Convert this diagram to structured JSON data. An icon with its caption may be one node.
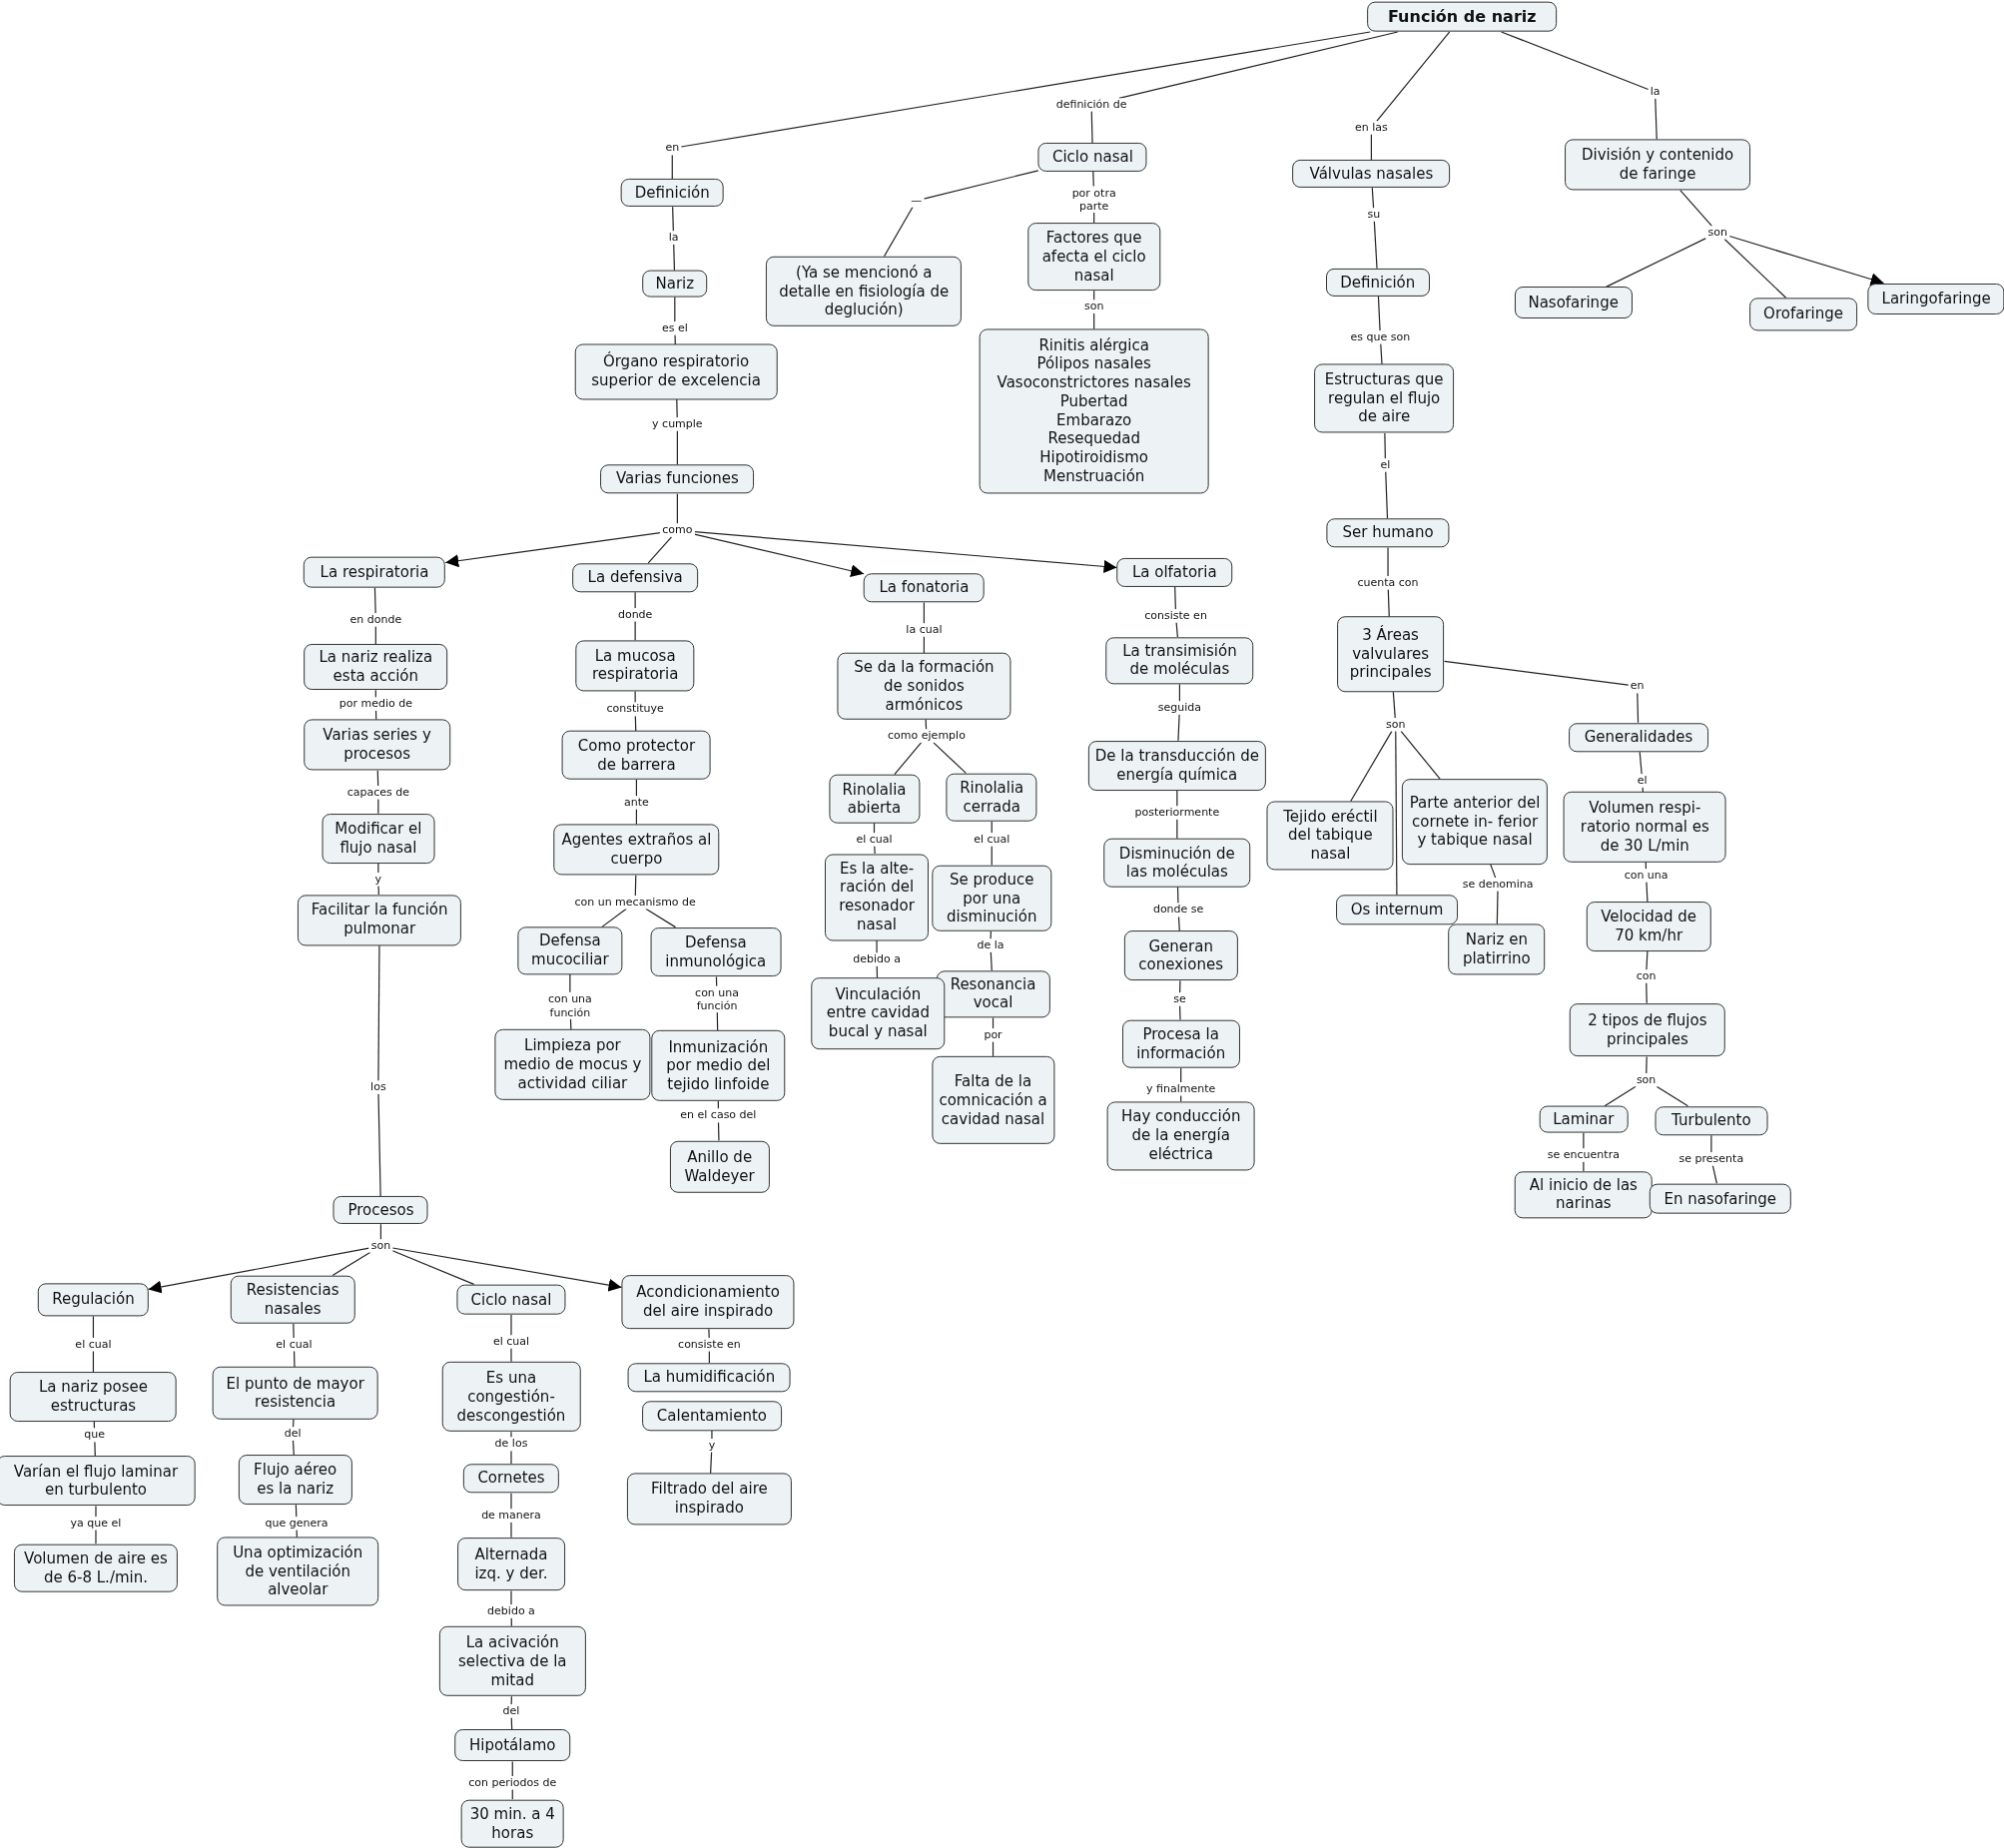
{
  "diagram": {
    "nodes": [
      {
        "text": [
          "Función de nariz"
        ]
      },
      {
        "text": [
          "en"
        ]
      },
      {
        "text": [
          "definición de"
        ]
      },
      {
        "text": [
          "en las"
        ]
      },
      {
        "text": [
          "la"
        ]
      },
      {
        "text": [
          "Definición"
        ]
      },
      {
        "text": [
          "Ciclo nasal"
        ]
      },
      {
        "text": [
          "Válvulas nasales"
        ]
      },
      {
        "text": [
          "División y contenido de faringe"
        ]
      },
      {
        "text": [
          "la"
        ]
      },
      {
        "text": [
          "—"
        ]
      },
      {
        "text": [
          "por otra parte"
        ]
      },
      {
        "text": [
          "su"
        ]
      },
      {
        "text": [
          "son"
        ]
      },
      {
        "text": [
          "Nariz"
        ]
      },
      {
        "text": [
          "(Ya se mencionó a detalle en fisiología de deglución)"
        ]
      },
      {
        "text": [
          "Factores que afecta el ciclo nasal"
        ]
      },
      {
        "text": [
          "Definición"
        ]
      },
      {
        "text": [
          "Nasofaringe"
        ]
      },
      {
        "text": [
          "Orofaringe"
        ]
      },
      {
        "text": [
          "Laringofaringe"
        ]
      },
      {
        "text": [
          "es el"
        ]
      },
      {
        "text": [
          "son"
        ]
      },
      {
        "text": [
          "es que son"
        ]
      },
      {
        "text": [
          "Órgano respiratorio superior de excelencia"
        ]
      },
      {
        "text": [
          "Rinitis alérgica",
          "Pólipos nasales",
          "Vasoconstrictores nasales",
          "Pubertad",
          "Embarazo",
          "Resequedad",
          "Hipotiroidismo",
          "Menstruación"
        ]
      },
      {
        "text": [
          "Estructuras que regulan el flujo de aire"
        ]
      },
      {
        "text": [
          "y cumple"
        ]
      },
      {
        "text": [
          "el"
        ]
      },
      {
        "text": [
          "Varias funciones"
        ]
      },
      {
        "text": [
          "Ser humano"
        ]
      },
      {
        "text": [
          "como"
        ]
      },
      {
        "text": [
          "cuenta con"
        ]
      },
      {
        "text": [
          "La respiratoria"
        ]
      },
      {
        "text": [
          "La defensiva"
        ]
      },
      {
        "text": [
          "La fonatoria"
        ]
      },
      {
        "text": [
          "La olfatoria"
        ]
      },
      {
        "text": [
          "3 Áreas valvulares principales"
        ]
      },
      {
        "text": [
          "en donde"
        ]
      },
      {
        "text": [
          "donde"
        ]
      },
      {
        "text": [
          "la cual"
        ]
      },
      {
        "text": [
          "consiste en"
        ]
      },
      {
        "text": [
          "en"
        ]
      },
      {
        "text": [
          "son"
        ]
      },
      {
        "text": [
          "La nariz realiza esta acción"
        ]
      },
      {
        "text": [
          "La mucosa respiratoria"
        ]
      },
      {
        "text": [
          "Se da la formación de sonidos armónicos"
        ]
      },
      {
        "text": [
          "La transimisión de moléculas"
        ]
      },
      {
        "text": [
          "Generalidades"
        ]
      },
      {
        "text": [
          "por medio de"
        ]
      },
      {
        "text": [
          "constituye"
        ]
      },
      {
        "text": [
          "seguida"
        ]
      },
      {
        "text": [
          "como ejemplo"
        ]
      },
      {
        "text": [
          "Varias series y procesos"
        ]
      },
      {
        "text": [
          "Como protector de barrera"
        ]
      },
      {
        "text": [
          "De la transducción de energía química"
        ]
      },
      {
        "text": [
          "Rinolalia abierta"
        ]
      },
      {
        "text": [
          "Rinolalia cerrada"
        ]
      },
      {
        "text": [
          "el"
        ]
      },
      {
        "text": [
          "Tejido eréctil del tabique nasal"
        ]
      },
      {
        "text": [
          "Parte anterior del cornete in- ferior y tabique nasal"
        ]
      },
      {
        "text": [
          "Volumen respi- ratorio normal es de 30 L/min"
        ]
      },
      {
        "text": [
          "capaces de"
        ]
      },
      {
        "text": [
          "ante"
        ]
      },
      {
        "text": [
          "posteriormente"
        ]
      },
      {
        "text": [
          "Modificar el flujo nasal"
        ]
      },
      {
        "text": [
          "Agentes extraños al cuerpo"
        ]
      },
      {
        "text": [
          "Disminución de las moléculas"
        ]
      },
      {
        "text": [
          "el cual"
        ]
      },
      {
        "text": [
          "el cual"
        ]
      },
      {
        "text": [
          "con una"
        ]
      },
      {
        "text": [
          "y"
        ]
      },
      {
        "text": [
          "se denomina"
        ]
      },
      {
        "text": [
          "con un mecanismo de"
        ]
      },
      {
        "text": [
          "Es la alte- ración del resonador nasal"
        ]
      },
      {
        "text": [
          "Se produce por una disminución"
        ]
      },
      {
        "text": [
          "Os internum"
        ]
      },
      {
        "text": [
          "Facilitar la función pulmonar"
        ]
      },
      {
        "text": [
          "donde se"
        ]
      },
      {
        "text": [
          "Nariz en platirrino"
        ]
      },
      {
        "text": [
          "Velocidad de 70 km/hr"
        ]
      },
      {
        "text": [
          "Generan conexiones"
        ]
      },
      {
        "text": [
          "Defensa mucociliar"
        ]
      },
      {
        "text": [
          "Defensa inmunológica"
        ]
      },
      {
        "text": [
          "de la"
        ]
      },
      {
        "text": [
          "debido a"
        ]
      },
      {
        "text": [
          "con"
        ]
      },
      {
        "text": [
          "Resonancia vocal"
        ]
      },
      {
        "text": [
          "Vinculación entre cavidad bucal y nasal"
        ]
      },
      {
        "text": [
          "se"
        ]
      },
      {
        "text": [
          "con una función"
        ]
      },
      {
        "text": [
          "con una función"
        ]
      },
      {
        "text": [
          "2 tipos de flujos principales"
        ]
      },
      {
        "text": [
          "Procesa la información"
        ]
      },
      {
        "text": [
          "por"
        ]
      },
      {
        "text": [
          "Limpieza por medio de mocus y actividad ciliar"
        ]
      },
      {
        "text": [
          "Inmunización por medio del tejido linfoide"
        ]
      },
      {
        "text": [
          "Falta de la comnicación a cavidad nasal"
        ]
      },
      {
        "text": [
          "los"
        ]
      },
      {
        "text": [
          "y finalmente"
        ]
      },
      {
        "text": [
          "son"
        ]
      },
      {
        "text": [
          "Hay conducción de la energía eléctrica"
        ]
      },
      {
        "text": [
          "Laminar"
        ]
      },
      {
        "text": [
          "Turbulento"
        ]
      },
      {
        "text": [
          "en el caso del"
        ]
      },
      {
        "text": [
          "se encuentra"
        ]
      },
      {
        "text": [
          "se presenta"
        ]
      },
      {
        "text": [
          "Anillo de Waldeyer"
        ]
      },
      {
        "text": [
          "Al inicio de las narinas"
        ]
      },
      {
        "text": [
          "En nasofaringe"
        ]
      },
      {
        "text": [
          "Procesos"
        ]
      },
      {
        "text": [
          "son"
        ]
      },
      {
        "text": [
          "Regulación"
        ]
      },
      {
        "text": [
          "Resistencias nasales"
        ]
      },
      {
        "text": [
          "Ciclo nasal"
        ]
      },
      {
        "text": [
          "Acondicionamiento del aire inspirado"
        ]
      },
      {
        "text": [
          "el cual"
        ]
      },
      {
        "text": [
          "el cual"
        ]
      },
      {
        "text": [
          "el cual"
        ]
      },
      {
        "text": [
          "consiste en"
        ]
      },
      {
        "text": [
          "La nariz posee estructuras"
        ]
      },
      {
        "text": [
          "El punto de mayor resistencia"
        ]
      },
      {
        "text": [
          "Es una congestión- descongestión"
        ]
      },
      {
        "text": [
          "La humidificación"
        ]
      },
      {
        "text": [
          "Calentamiento"
        ]
      },
      {
        "text": [
          "que"
        ]
      },
      {
        "text": [
          "del"
        ]
      },
      {
        "text": [
          "de los"
        ]
      },
      {
        "text": [
          "y"
        ]
      },
      {
        "text": [
          "Varían el flujo laminar en turbulento"
        ]
      },
      {
        "text": [
          "Flujo aéreo es la nariz"
        ]
      },
      {
        "text": [
          "Cornetes"
        ]
      },
      {
        "text": [
          "Filtrado del aire inspirado"
        ]
      },
      {
        "text": [
          "ya que el"
        ]
      },
      {
        "text": [
          "que genera"
        ]
      },
      {
        "text": [
          "de manera"
        ]
      },
      {
        "text": [
          "Volumen de aire es de 6-8 L./min."
        ]
      },
      {
        "text": [
          "Una optimización de ventilación alveolar"
        ]
      },
      {
        "text": [
          "Alternada izq. y der."
        ]
      },
      {
        "text": [
          "debido a"
        ]
      },
      {
        "text": [
          "La acivación selectiva de la mitad"
        ]
      },
      {
        "text": [
          "del"
        ]
      },
      {
        "text": [
          "Hipotálamo"
        ]
      },
      {
        "text": [
          "con periodos de"
        ]
      },
      {
        "text": [
          "30 min. a 4 horas"
        ]
      }
    ],
    "edges": [
      {
        "from": 0,
        "to": 1,
        "arrow": "none"
      },
      {
        "from": 1,
        "to": 5,
        "arrow": "none"
      },
      {
        "from": 0,
        "to": 2,
        "arrow": "none"
      },
      {
        "from": 2,
        "to": 6,
        "arrow": "none"
      },
      {
        "from": 0,
        "to": 3,
        "arrow": "none"
      },
      {
        "from": 3,
        "to": 7,
        "arrow": "none"
      },
      {
        "from": 0,
        "to": 4,
        "arrow": "none"
      },
      {
        "from": 4,
        "to": 8,
        "arrow": "none"
      },
      {
        "from": 5,
        "to": 9,
        "arrow": "none"
      },
      {
        "from": 9,
        "to": 14,
        "arrow": "none"
      },
      {
        "from": 6,
        "to": 10,
        "arrow": "none"
      },
      {
        "from": 10,
        "to": 15,
        "arrow": "none"
      },
      {
        "from": 6,
        "to": 11,
        "arrow": "none"
      },
      {
        "from": 11,
        "to": 16,
        "arrow": "none"
      },
      {
        "from": 7,
        "to": 12,
        "arrow": "none"
      },
      {
        "from": 12,
        "to": 17,
        "arrow": "none"
      },
      {
        "from": 8,
        "to": 13,
        "arrow": "none"
      },
      {
        "from": 13,
        "to": 18,
        "arrow": "none"
      },
      {
        "from": 13,
        "to": 19,
        "arrow": "none"
      },
      {
        "from": 13,
        "to": 20,
        "arrow": "to"
      },
      {
        "from": 14,
        "to": 21,
        "arrow": "none"
      },
      {
        "from": 21,
        "to": 24,
        "arrow": "none"
      },
      {
        "from": 16,
        "to": 22,
        "arrow": "none"
      },
      {
        "from": 22,
        "to": 25,
        "arrow": "none"
      },
      {
        "from": 17,
        "to": 23,
        "arrow": "none"
      },
      {
        "from": 23,
        "to": 26,
        "arrow": "none"
      },
      {
        "from": 24,
        "to": 27,
        "arrow": "none"
      },
      {
        "from": 27,
        "to": 29,
        "arrow": "none"
      },
      {
        "from": 26,
        "to": 28,
        "arrow": "none"
      },
      {
        "from": 28,
        "to": 30,
        "arrow": "none"
      },
      {
        "from": 29,
        "to": 31,
        "arrow": "none"
      },
      {
        "from": 31,
        "to": 33,
        "arrow": "to"
      },
      {
        "from": 31,
        "to": 34,
        "arrow": "none"
      },
      {
        "from": 31,
        "to": 35,
        "arrow": "to"
      },
      {
        "from": 31,
        "to": 36,
        "arrow": "to"
      },
      {
        "from": 30,
        "to": 32,
        "arrow": "none"
      },
      {
        "from": 32,
        "to": 37,
        "arrow": "none"
      },
      {
        "from": 33,
        "to": 38,
        "arrow": "none"
      },
      {
        "from": 38,
        "to": 44,
        "arrow": "none"
      },
      {
        "from": 34,
        "to": 39,
        "arrow": "none"
      },
      {
        "from": 39,
        "to": 45,
        "arrow": "none"
      },
      {
        "from": 35,
        "to": 40,
        "arrow": "none"
      },
      {
        "from": 40,
        "to": 46,
        "arrow": "none"
      },
      {
        "from": 36,
        "to": 41,
        "arrow": "none"
      },
      {
        "from": 41,
        "to": 47,
        "arrow": "none"
      },
      {
        "from": 37,
        "to": 42,
        "arrow": "none"
      },
      {
        "from": 42,
        "to": 48,
        "arrow": "none"
      },
      {
        "from": 37,
        "to": 43,
        "arrow": "none"
      },
      {
        "from": 43,
        "to": 59,
        "arrow": "none"
      },
      {
        "from": 43,
        "to": 76,
        "arrow": "none"
      },
      {
        "from": 43,
        "to": 60,
        "arrow": "none"
      },
      {
        "from": 44,
        "to": 49,
        "arrow": "none"
      },
      {
        "from": 49,
        "to": 53,
        "arrow": "none"
      },
      {
        "from": 45,
        "to": 50,
        "arrow": "none"
      },
      {
        "from": 50,
        "to": 54,
        "arrow": "none"
      },
      {
        "from": 47,
        "to": 51,
        "arrow": "none"
      },
      {
        "from": 51,
        "to": 55,
        "arrow": "none"
      },
      {
        "from": 46,
        "to": 52,
        "arrow": "none"
      },
      {
        "from": 52,
        "to": 56,
        "arrow": "none"
      },
      {
        "from": 52,
        "to": 57,
        "arrow": "none"
      },
      {
        "from": 48,
        "to": 58,
        "arrow": "none"
      },
      {
        "from": 58,
        "to": 61,
        "arrow": "none"
      },
      {
        "from": 53,
        "to": 62,
        "arrow": "none"
      },
      {
        "from": 62,
        "to": 65,
        "arrow": "none"
      },
      {
        "from": 54,
        "to": 63,
        "arrow": "none"
      },
      {
        "from": 63,
        "to": 66,
        "arrow": "none"
      },
      {
        "from": 55,
        "to": 64,
        "arrow": "none"
      },
      {
        "from": 64,
        "to": 67,
        "arrow": "none"
      },
      {
        "from": 56,
        "to": 68,
        "arrow": "none"
      },
      {
        "from": 68,
        "to": 74,
        "arrow": "none"
      },
      {
        "from": 57,
        "to": 69,
        "arrow": "none"
      },
      {
        "from": 69,
        "to": 75,
        "arrow": "none"
      },
      {
        "from": 61,
        "to": 70,
        "arrow": "none"
      },
      {
        "from": 70,
        "to": 80,
        "arrow": "none"
      },
      {
        "from": 65,
        "to": 71,
        "arrow": "none"
      },
      {
        "from": 71,
        "to": 77,
        "arrow": "none"
      },
      {
        "from": 60,
        "to": 72,
        "arrow": "none"
      },
      {
        "from": 72,
        "to": 79,
        "arrow": "none"
      },
      {
        "from": 66,
        "to": 73,
        "arrow": "none"
      },
      {
        "from": 73,
        "to": 82,
        "arrow": "none"
      },
      {
        "from": 73,
        "to": 83,
        "arrow": "none"
      },
      {
        "from": 67,
        "to": 78,
        "arrow": "none"
      },
      {
        "from": 78,
        "to": 81,
        "arrow": "none"
      },
      {
        "from": 75,
        "to": 84,
        "arrow": "none"
      },
      {
        "from": 84,
        "to": 87,
        "arrow": "none"
      },
      {
        "from": 74,
        "to": 85,
        "arrow": "none"
      },
      {
        "from": 85,
        "to": 88,
        "arrow": "none"
      },
      {
        "from": 80,
        "to": 86,
        "arrow": "none"
      },
      {
        "from": 86,
        "to": 92,
        "arrow": "none"
      },
      {
        "from": 81,
        "to": 89,
        "arrow": "none"
      },
      {
        "from": 89,
        "to": 93,
        "arrow": "none"
      },
      {
        "from": 82,
        "to": 90,
        "arrow": "none"
      },
      {
        "from": 90,
        "to": 95,
        "arrow": "none"
      },
      {
        "from": 83,
        "to": 91,
        "arrow": "none"
      },
      {
        "from": 91,
        "to": 96,
        "arrow": "none"
      },
      {
        "from": 87,
        "to": 94,
        "arrow": "none"
      },
      {
        "from": 94,
        "to": 97,
        "arrow": "none"
      },
      {
        "from": 77,
        "to": 98,
        "arrow": "none"
      },
      {
        "from": 98,
        "to": 110,
        "arrow": "none"
      },
      {
        "from": 93,
        "to": 99,
        "arrow": "none"
      },
      {
        "from": 99,
        "to": 101,
        "arrow": "none"
      },
      {
        "from": 92,
        "to": 100,
        "arrow": "none"
      },
      {
        "from": 100,
        "to": 102,
        "arrow": "none"
      },
      {
        "from": 100,
        "to": 103,
        "arrow": "none"
      },
      {
        "from": 96,
        "to": 104,
        "arrow": "none"
      },
      {
        "from": 104,
        "to": 107,
        "arrow": "none"
      },
      {
        "from": 102,
        "to": 105,
        "arrow": "none"
      },
      {
        "from": 105,
        "to": 108,
        "arrow": "none"
      },
      {
        "from": 103,
        "to": 106,
        "arrow": "none"
      },
      {
        "from": 106,
        "to": 109,
        "arrow": "none"
      },
      {
        "from": 110,
        "to": 111,
        "arrow": "none"
      },
      {
        "from": 111,
        "to": 112,
        "arrow": "to"
      },
      {
        "from": 111,
        "to": 113,
        "arrow": "none"
      },
      {
        "from": 111,
        "to": 114,
        "arrow": "none"
      },
      {
        "from": 111,
        "to": 115,
        "arrow": "to"
      },
      {
        "from": 112,
        "to": 116,
        "arrow": "none"
      },
      {
        "from": 116,
        "to": 120,
        "arrow": "none"
      },
      {
        "from": 113,
        "to": 117,
        "arrow": "none"
      },
      {
        "from": 117,
        "to": 121,
        "arrow": "none"
      },
      {
        "from": 114,
        "to": 118,
        "arrow": "none"
      },
      {
        "from": 118,
        "to": 122,
        "arrow": "none"
      },
      {
        "from": 115,
        "to": 119,
        "arrow": "none"
      },
      {
        "from": 119,
        "to": 123,
        "arrow": "none"
      },
      {
        "from": 120,
        "to": 125,
        "arrow": "none"
      },
      {
        "from": 125,
        "to": 129,
        "arrow": "none"
      },
      {
        "from": 121,
        "to": 126,
        "arrow": "none"
      },
      {
        "from": 126,
        "to": 130,
        "arrow": "none"
      },
      {
        "from": 122,
        "to": 127,
        "arrow": "none"
      },
      {
        "from": 127,
        "to": 131,
        "arrow": "none"
      },
      {
        "from": 124,
        "to": 128,
        "arrow": "none"
      },
      {
        "from": 128,
        "to": 132,
        "arrow": "none"
      },
      {
        "from": 129,
        "to": 133,
        "arrow": "none"
      },
      {
        "from": 133,
        "to": 136,
        "arrow": "none"
      },
      {
        "from": 130,
        "to": 134,
        "arrow": "none"
      },
      {
        "from": 134,
        "to": 137,
        "arrow": "none"
      },
      {
        "from": 131,
        "to": 135,
        "arrow": "none"
      },
      {
        "from": 135,
        "to": 138,
        "arrow": "none"
      },
      {
        "from": 138,
        "to": 139,
        "arrow": "none"
      },
      {
        "from": 139,
        "to": 140,
        "arrow": "none"
      },
      {
        "from": 140,
        "to": 141,
        "arrow": "none"
      },
      {
        "from": 141,
        "to": 142,
        "arrow": "none"
      },
      {
        "from": 142,
        "to": 143,
        "arrow": "none"
      },
      {
        "from": 143,
        "to": 144,
        "arrow": "none"
      }
    ]
  }
}
